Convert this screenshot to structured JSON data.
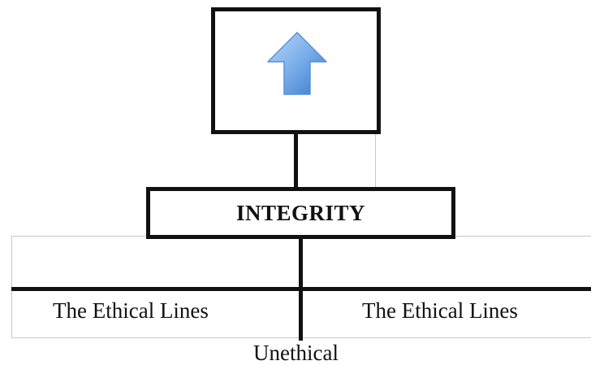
{
  "diagram": {
    "center_label": "INTEGRITY",
    "line_labels": [
      "The Ethical Lines",
      "The Ethical Lines"
    ],
    "bottom_label": "Unethical",
    "top_icon": "up-arrow-icon",
    "colors": {
      "lines": "#111111",
      "guide": "#c8c8c8",
      "arrow_light": "#a9cdf2",
      "arrow_dark": "#3f7fd0"
    }
  }
}
